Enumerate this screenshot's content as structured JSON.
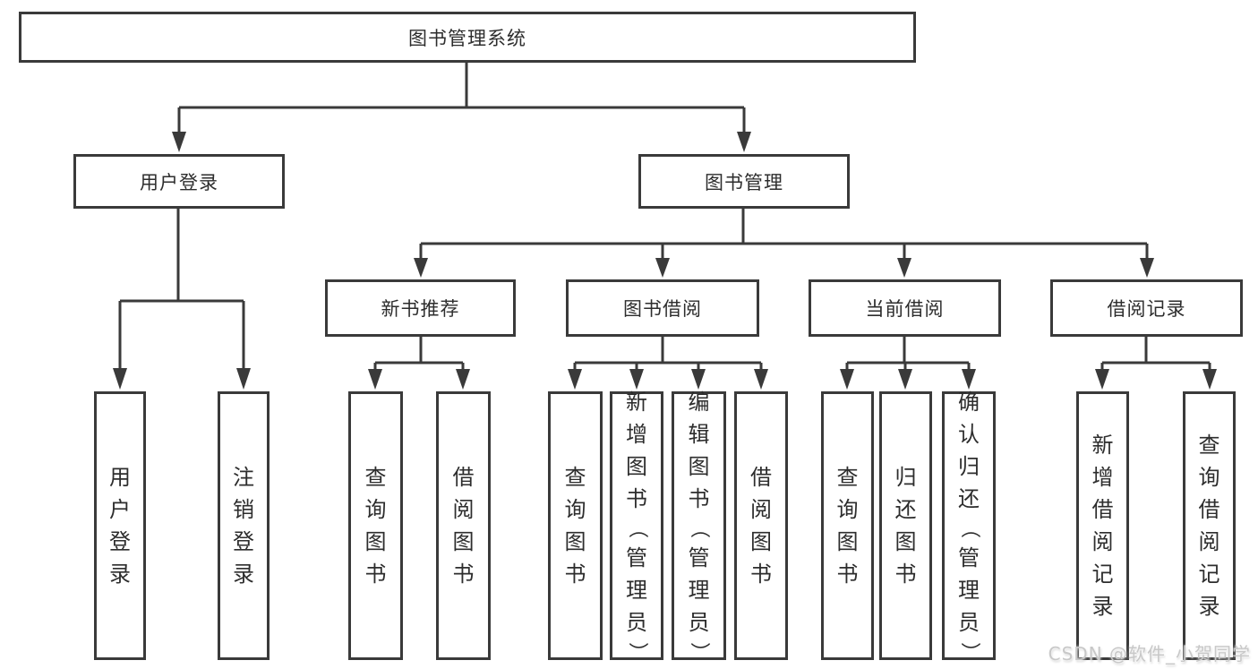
{
  "diagram": {
    "tree": {
      "root": {
        "label": "图书管理系统"
      },
      "branches": [
        {
          "label": "用户登录",
          "children": [
            {
              "label": "用户登录"
            },
            {
              "label": "注销登录"
            }
          ]
        },
        {
          "label": "图书管理",
          "children": [
            {
              "label": "新书推荐",
              "children": [
                {
                  "label": "查询图书"
                },
                {
                  "label": "借阅图书"
                }
              ]
            },
            {
              "label": "图书借阅",
              "children": [
                {
                  "label": "查询图书"
                },
                {
                  "label": "新增图书（管理员）"
                },
                {
                  "label": "编辑图书（管理员）"
                },
                {
                  "label": "借阅图书"
                }
              ]
            },
            {
              "label": "当前借阅",
              "children": [
                {
                  "label": "查询图书"
                },
                {
                  "label": "归还图书"
                },
                {
                  "label": "确认归还（管理员）"
                }
              ]
            },
            {
              "label": "借阅记录",
              "children": [
                {
                  "label": "新增借阅记录"
                },
                {
                  "label": "查询借阅记录"
                }
              ]
            }
          ]
        }
      ]
    },
    "watermark": "CSDN @软件_小贺同学",
    "colors": {
      "line": "#3a3a3a",
      "box_background": "#ffffff",
      "page_background": "#ffffff",
      "watermark": "#c8c8c8"
    }
  }
}
